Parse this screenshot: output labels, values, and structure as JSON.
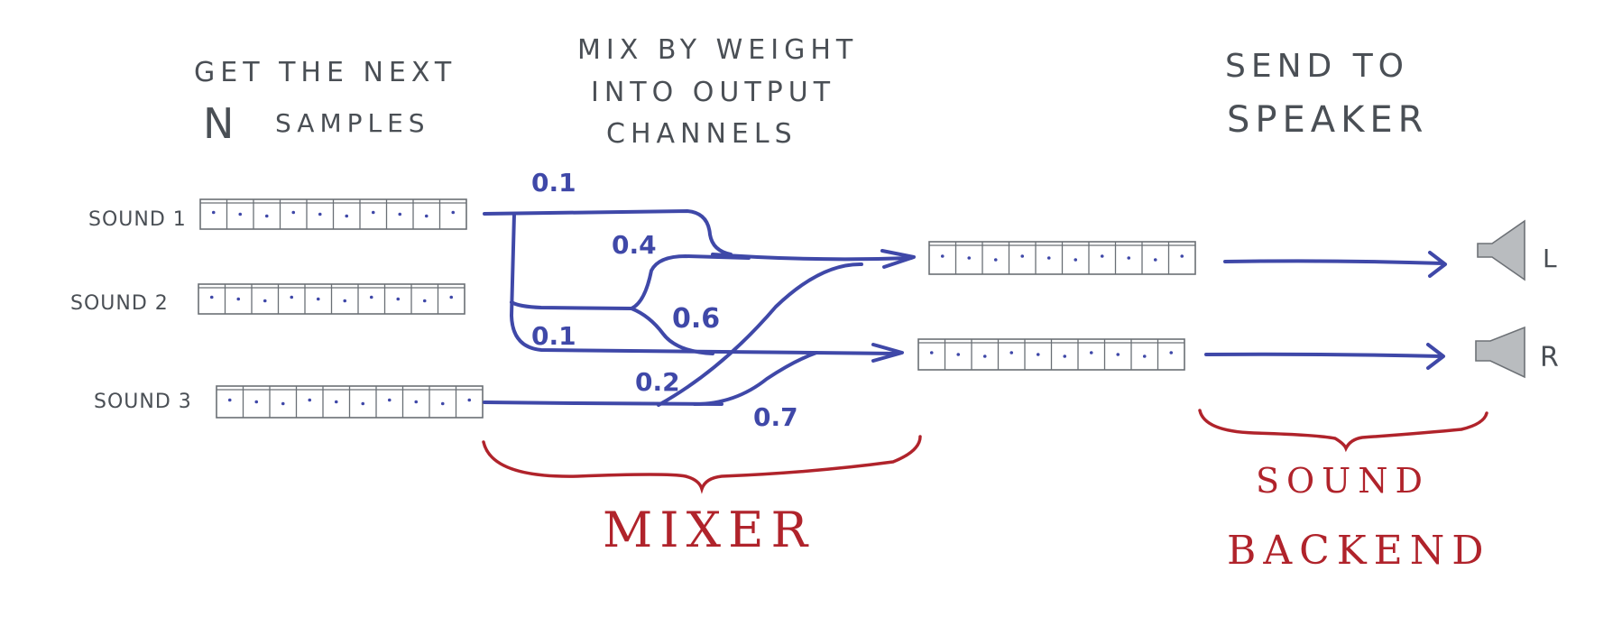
{
  "headings": {
    "col1_line1": "GET THE NEXT",
    "col1_line2_n": "N",
    "col1_line2": "SAMPLES",
    "col2_line1": "MIX BY WEIGHT",
    "col2_line2": "INTO OUTPUT",
    "col2_line3": "CHANNELS",
    "col3_line1": "SEND TO",
    "col3_line2": "SPEAKER"
  },
  "sources": [
    {
      "label": "SOUND 1"
    },
    {
      "label": "SOUND 2"
    },
    {
      "label": "SOUND 3"
    }
  ],
  "weights": [
    "0.1",
    "0.4",
    "0.6",
    "0.1",
    "0.2",
    "0.7"
  ],
  "outputs": [
    {
      "channel": "L"
    },
    {
      "channel": "R"
    }
  ],
  "groups": {
    "mixer": "MIXER",
    "backend_line1": "SOUND",
    "backend_line2": "BACKEND"
  },
  "colors": {
    "flow": "#3f48a8",
    "group": "#b0232b",
    "text": "#4a4f55",
    "speaker": "#b9bcbf"
  },
  "icons": [
    "speaker-icon"
  ]
}
